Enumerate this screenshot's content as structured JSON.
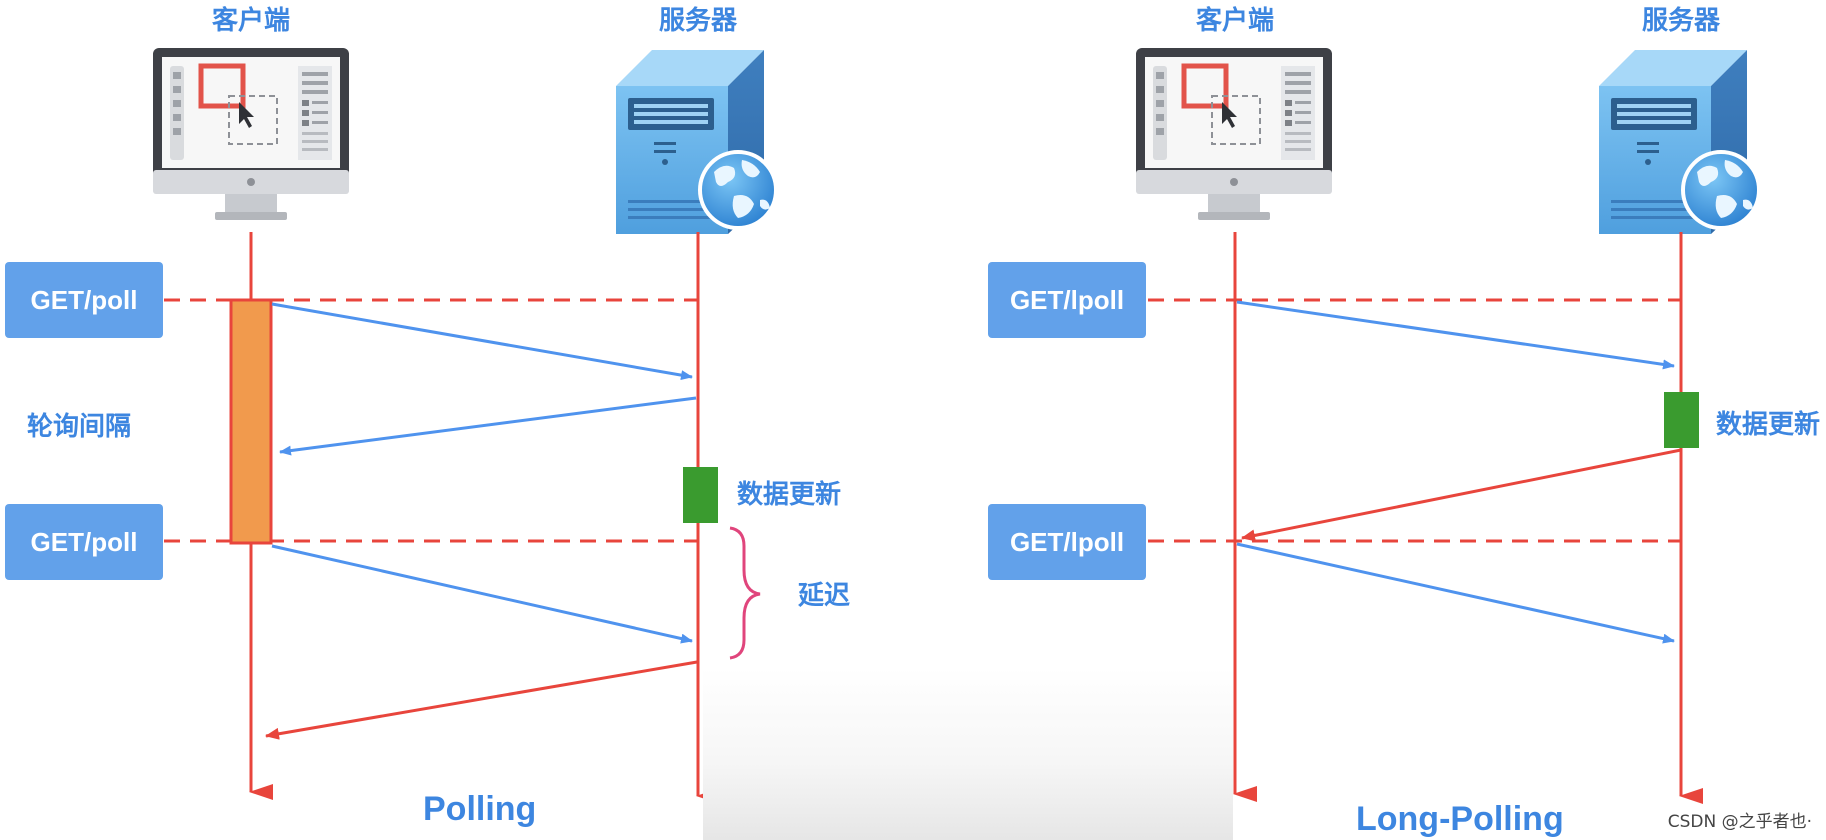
{
  "left": {
    "client_label": "客户端",
    "server_label": "服务器",
    "request_1": "GET/poll",
    "request_2": "GET/poll",
    "interval_label": "轮询间隔",
    "update_label": "数据更新",
    "delay_label": "延迟",
    "title": "Polling"
  },
  "right": {
    "client_label": "客户端",
    "server_label": "服务器",
    "request_1": "GET/lpoll",
    "request_2": "GET/lpoll",
    "update_label": "数据更新",
    "title": "Long-Polling"
  },
  "watermark": "CSDN @之乎者也·",
  "colors": {
    "lifeline": "#e8453c",
    "request_arrow": "#4f93ee",
    "get_box": "#62a1ea",
    "label": "#3d86e0",
    "interval_bar": "#f19a4d",
    "update_block": "#3a9b2f",
    "delay_brace": "#e0457c"
  },
  "icons": {
    "client": "desktop-monitor-icon",
    "server": "server-tower-globe-icon"
  }
}
